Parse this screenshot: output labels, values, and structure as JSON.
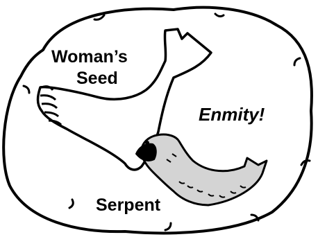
{
  "labels": {
    "woman": "Woman’s",
    "seed": "Seed",
    "enmity": "Enmity!",
    "serpent": "Serpent"
  },
  "colors": {
    "ink": "#000000",
    "background": "#ffffff",
    "serpent_fill": "#d4d4d4"
  },
  "icons": {
    "boundary": "cloud-loop",
    "foot": "human-foot-and-leg",
    "serpent": "serpent-body"
  }
}
